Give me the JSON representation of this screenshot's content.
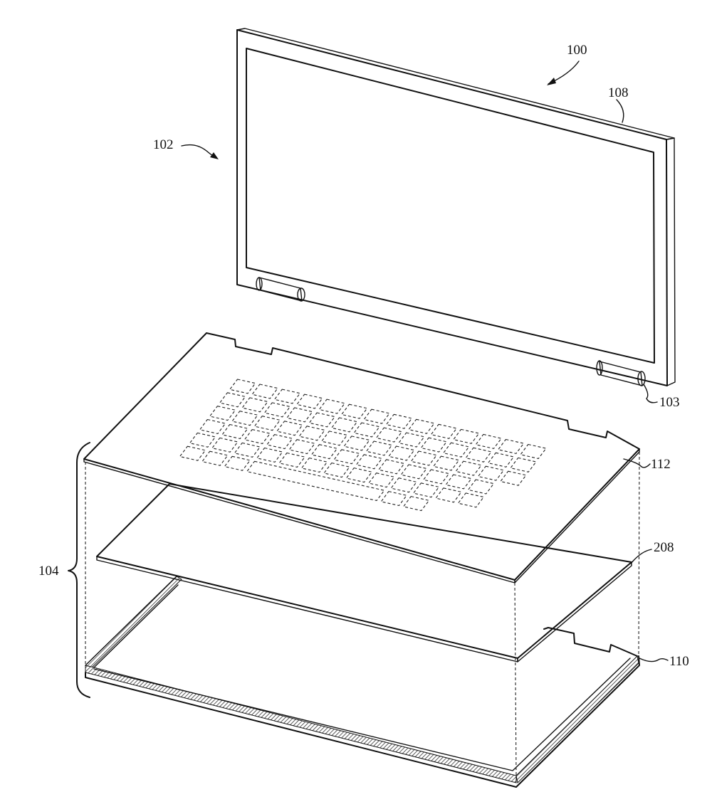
{
  "labels": {
    "device": "100",
    "display_portion": "102",
    "hinge": "103",
    "base_portion": "104",
    "display_housing": "108",
    "bottom_case": "110",
    "top_case": "112",
    "intermediate_layer": "208"
  }
}
